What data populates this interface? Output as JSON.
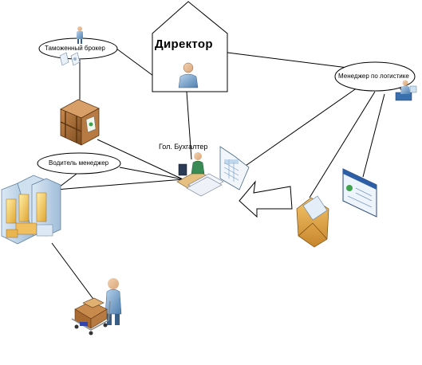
{
  "nodes": {
    "director": {
      "label": "Директор"
    },
    "customs_broker": {
      "label": "Таможенный брокер"
    },
    "logistics_manager": {
      "label": "Менеджер по логистике"
    },
    "chief_accountant": {
      "label": "Гол. Бухгалтер"
    },
    "driver_manager": {
      "label": "Водитель менеджер"
    }
  },
  "icons": {
    "director_person": "person-icon",
    "broker_person": "person-icon",
    "broker_doc": "document-icon",
    "broker_stamp": "stamp-icon",
    "crate": "wooden-crate-icon",
    "accountant_desk": "accountant-desk-icon",
    "spreadsheet": "spreadsheet-document-icon",
    "arrow": "left-arrow-icon",
    "envelope": "envelope-icon",
    "web_page": "web-page-icon",
    "logistics_workstation": "workstation-icon",
    "servers": "server-rack-icon",
    "cart_person": "shopping-cart-person-icon"
  }
}
